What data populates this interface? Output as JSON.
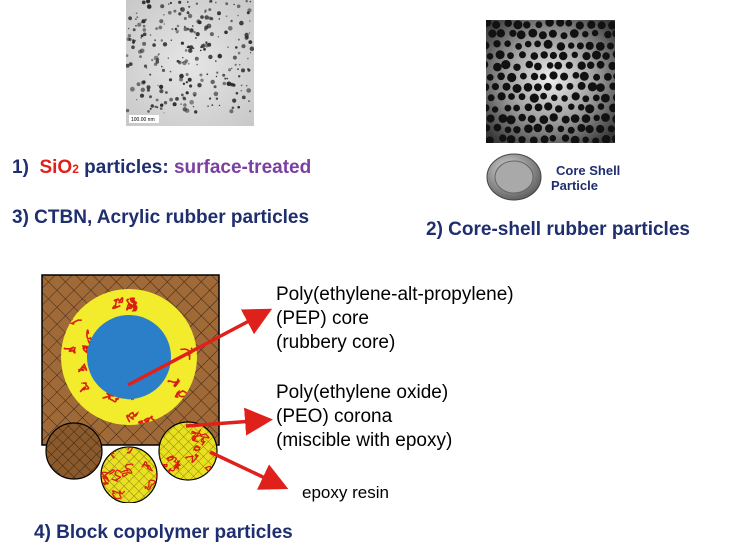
{
  "items": {
    "item1": {
      "num": "1)",
      "sio": "SiO",
      "sub": "2",
      "particles": "particles:",
      "treated": "surface-treated"
    },
    "item2": "2)  Core-shell rubber particles",
    "item3": "3)  CTBN, Acrylic rubber particles",
    "item4": "4)  Block copolymer particles"
  },
  "tem_scale_label": "100.00 nm",
  "core_shell_label": {
    "line1": "Core Shell",
    "line2": "Particle"
  },
  "pep": {
    "line1": "Poly(ethylene-alt-propylene)",
    "line2": "(PEP) core",
    "line3": "(rubbery core)"
  },
  "peo": {
    "line1": "Poly(ethylene oxide)",
    "line2": "(PEO) corona",
    "line3": "(miscible with epoxy)"
  },
  "epoxy_label": "epoxy resin",
  "colors": {
    "title_blue": "#1f2e6e",
    "sio2_red": "#e0201a",
    "treated_purple": "#7b3fa0",
    "arrow_red": "#e0201a",
    "matrix_brown": "#a0703a",
    "corona_yellow": "#f2ec2c",
    "core_blue": "#2a7fc8"
  }
}
